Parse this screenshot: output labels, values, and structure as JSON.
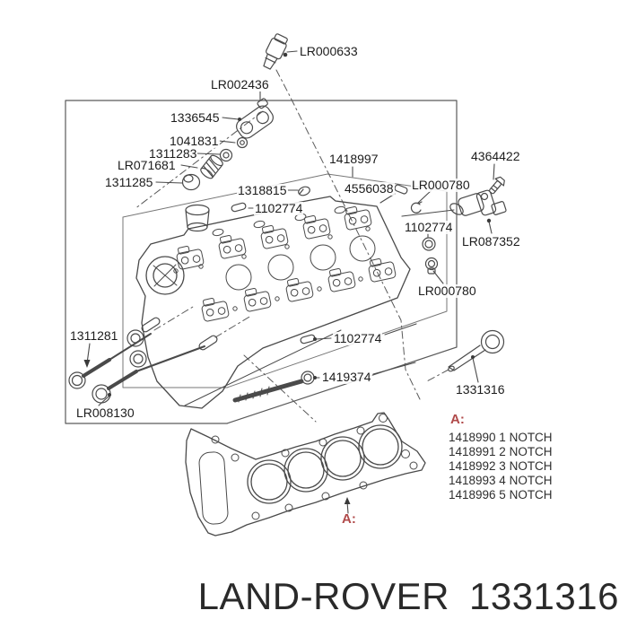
{
  "colors": {
    "accent_red": "#b04a4a",
    "line": "#4a4a4a",
    "label_text": "#1c1c1c",
    "footer_text": "#2a2a2a"
  },
  "callouts": [
    {
      "id": "lr000633",
      "label": "LR000633"
    },
    {
      "id": "lr002436",
      "label": "LR002436"
    },
    {
      "id": "p1336545",
      "label": "1336545"
    },
    {
      "id": "p1041831",
      "label": "1041831"
    },
    {
      "id": "p1311283",
      "label": "1311283"
    },
    {
      "id": "lr071681",
      "label": "LR071681"
    },
    {
      "id": "p1311285",
      "label": "1311285"
    },
    {
      "id": "p1318815",
      "label": "1318815"
    },
    {
      "id": "p1102774_a",
      "label": "1102774"
    },
    {
      "id": "p1418997",
      "label": "1418997"
    },
    {
      "id": "p4556038",
      "label": "4556038"
    },
    {
      "id": "lr000780_a",
      "label": "LR000780"
    },
    {
      "id": "p4364422",
      "label": "4364422"
    },
    {
      "id": "p1102774_b",
      "label": "1102774"
    },
    {
      "id": "lr087352",
      "label": "LR087352"
    },
    {
      "id": "lr000780_b",
      "label": "LR000780"
    },
    {
      "id": "p1311281",
      "label": "1311281"
    },
    {
      "id": "lr008130",
      "label": "LR008130"
    },
    {
      "id": "p1102774_c",
      "label": "1102774"
    },
    {
      "id": "p1419374",
      "label": "1419374"
    },
    {
      "id": "p1331316",
      "label": "1331316"
    }
  ],
  "variant_list": {
    "marker": "A:",
    "rows": [
      "1418990 1 NOTCH",
      "1418991 2 NOTCH",
      "1418992 3 NOTCH",
      "1418993 4 NOTCH",
      "1418996 5 NOTCH"
    ]
  },
  "gasket_marker": "A:",
  "footer": {
    "brand": "LAND-ROVER",
    "part_number": "1331316"
  }
}
